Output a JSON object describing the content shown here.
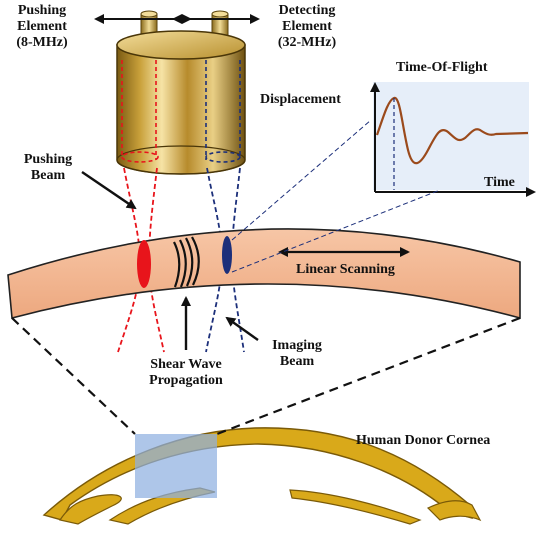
{
  "labels": {
    "pushing_element_line1": "Pushing",
    "pushing_element_line2": "Element",
    "pushing_element_line3": "(8-MHz)",
    "detecting_element_line1": "Detecting",
    "detecting_element_line2": "Element",
    "detecting_element_line3": "(32-MHz)",
    "pushing_beam_line1": "Pushing",
    "pushing_beam_line2": "Beam",
    "imaging_beam_line1": "Imaging",
    "imaging_beam_line2": "Beam",
    "shear_wave_line1": "Shear Wave",
    "shear_wave_line2": "Propagation",
    "linear_scanning": "Linear Scanning",
    "human_donor_cornea": "Human Donor Cornea"
  },
  "inset_plot": {
    "title": "Time-Of-Flight",
    "ylabel": "Displacement",
    "xlabel": "Time"
  },
  "colors": {
    "pushing_beam": "#e8141b",
    "imaging_beam": "#1c2f7a",
    "cornea_section": "#f2b48f",
    "cornea_outline": "#222222",
    "donor_cornea": "#d9a91a",
    "highlight_box": "#8fb0e0",
    "plot_background": "#e6eef9",
    "plot_curve": "#9b4a1c",
    "transducer_gold": "#c8a03a"
  }
}
